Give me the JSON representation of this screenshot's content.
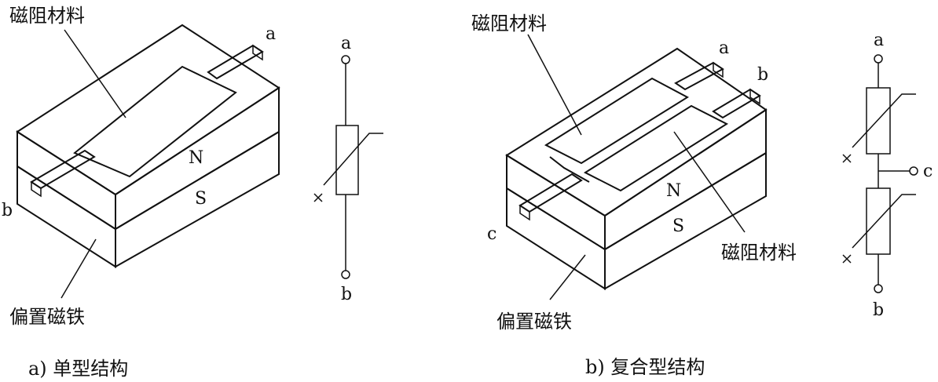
{
  "diagram_a": {
    "label_material": "磁阻材料",
    "label_magnet": "偏置磁铁",
    "terminal_a": "a",
    "terminal_b": "b",
    "pole_n": "N",
    "pole_s": "S",
    "symbol_terminal_top": "a",
    "symbol_terminal_bottom": "b",
    "caption": "a) 单型结构"
  },
  "diagram_b": {
    "label_material_top": "磁阻材料",
    "label_material_bottom": "磁阻材料",
    "label_magnet": "偏置磁铁",
    "terminal_a": "a",
    "terminal_b": "b",
    "terminal_c": "c",
    "pole_n": "N",
    "pole_s": "S",
    "symbol_terminal_top": "a",
    "symbol_terminal_mid": "c",
    "symbol_terminal_bottom": "b",
    "caption": "b) 复合型结构"
  }
}
